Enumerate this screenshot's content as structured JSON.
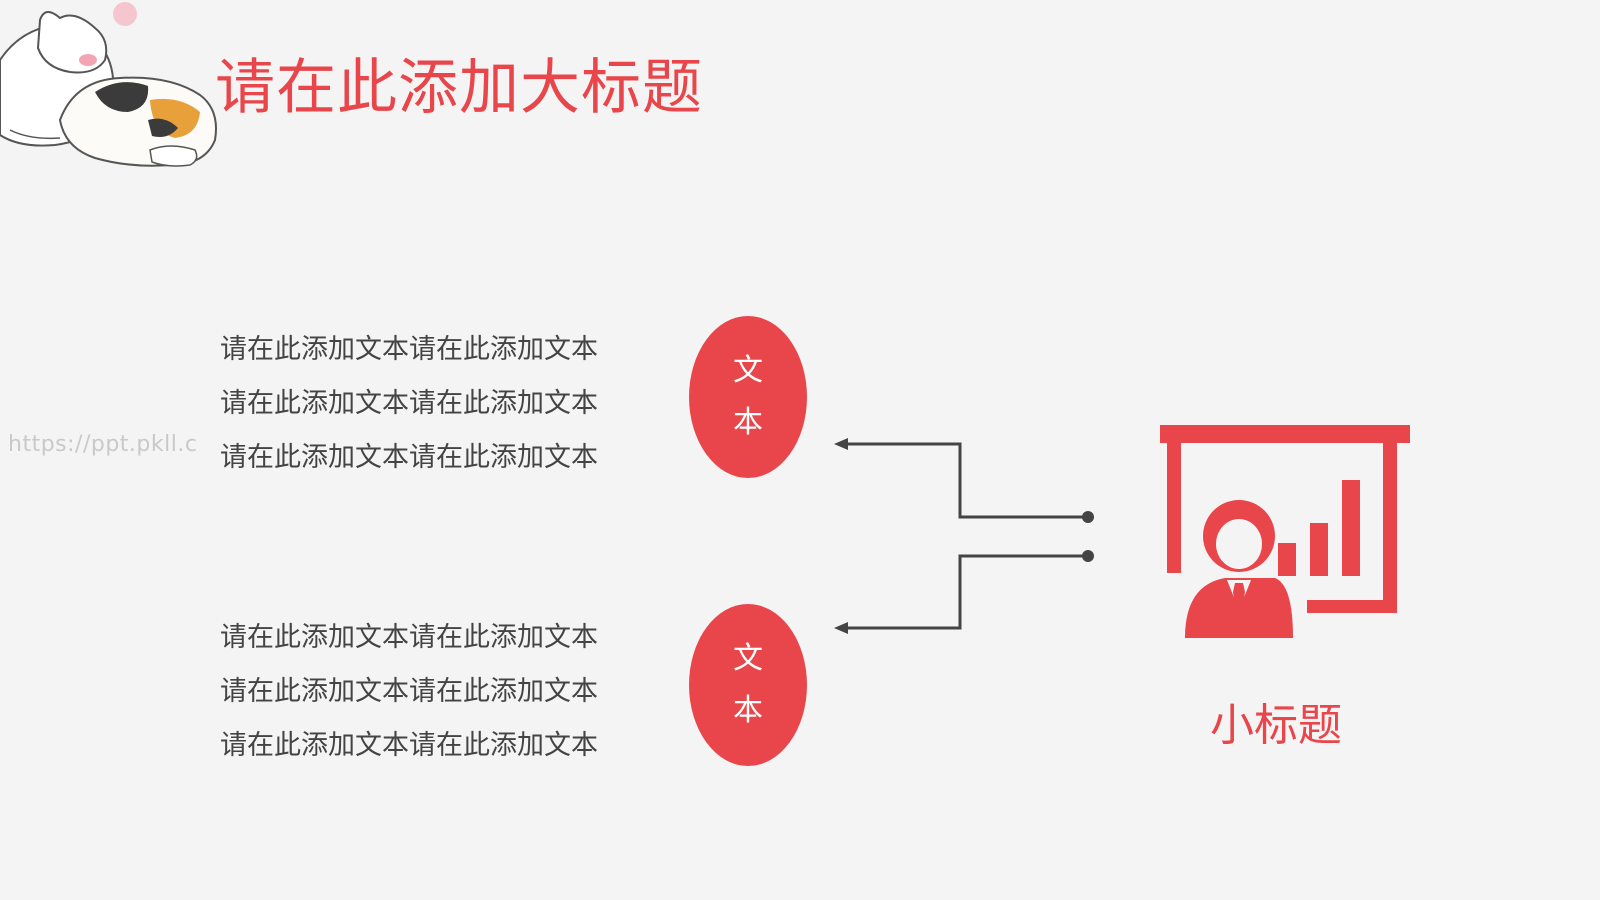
{
  "title": "请在此添加大标题",
  "watermark": "https://ppt.pkll.c",
  "colors": {
    "accent": "#e8464a",
    "text": "#444444",
    "connector": "#444444",
    "background": "#f5f4f5"
  },
  "icons": [
    "cat-illustration",
    "presenter-chart-icon"
  ],
  "items": [
    {
      "lines": [
        "请在此添加文本请在此添加文本",
        "请在此添加文本请在此添加文本",
        "请在此添加文本请在此添加文本"
      ],
      "badge": [
        "文",
        "本"
      ]
    },
    {
      "lines": [
        "请在此添加文本请在此添加文本",
        "请在此添加文本请在此添加文本",
        "请在此添加文本请在此添加文本"
      ],
      "badge": [
        "文",
        "本"
      ]
    }
  ],
  "subtitle": "小标题"
}
